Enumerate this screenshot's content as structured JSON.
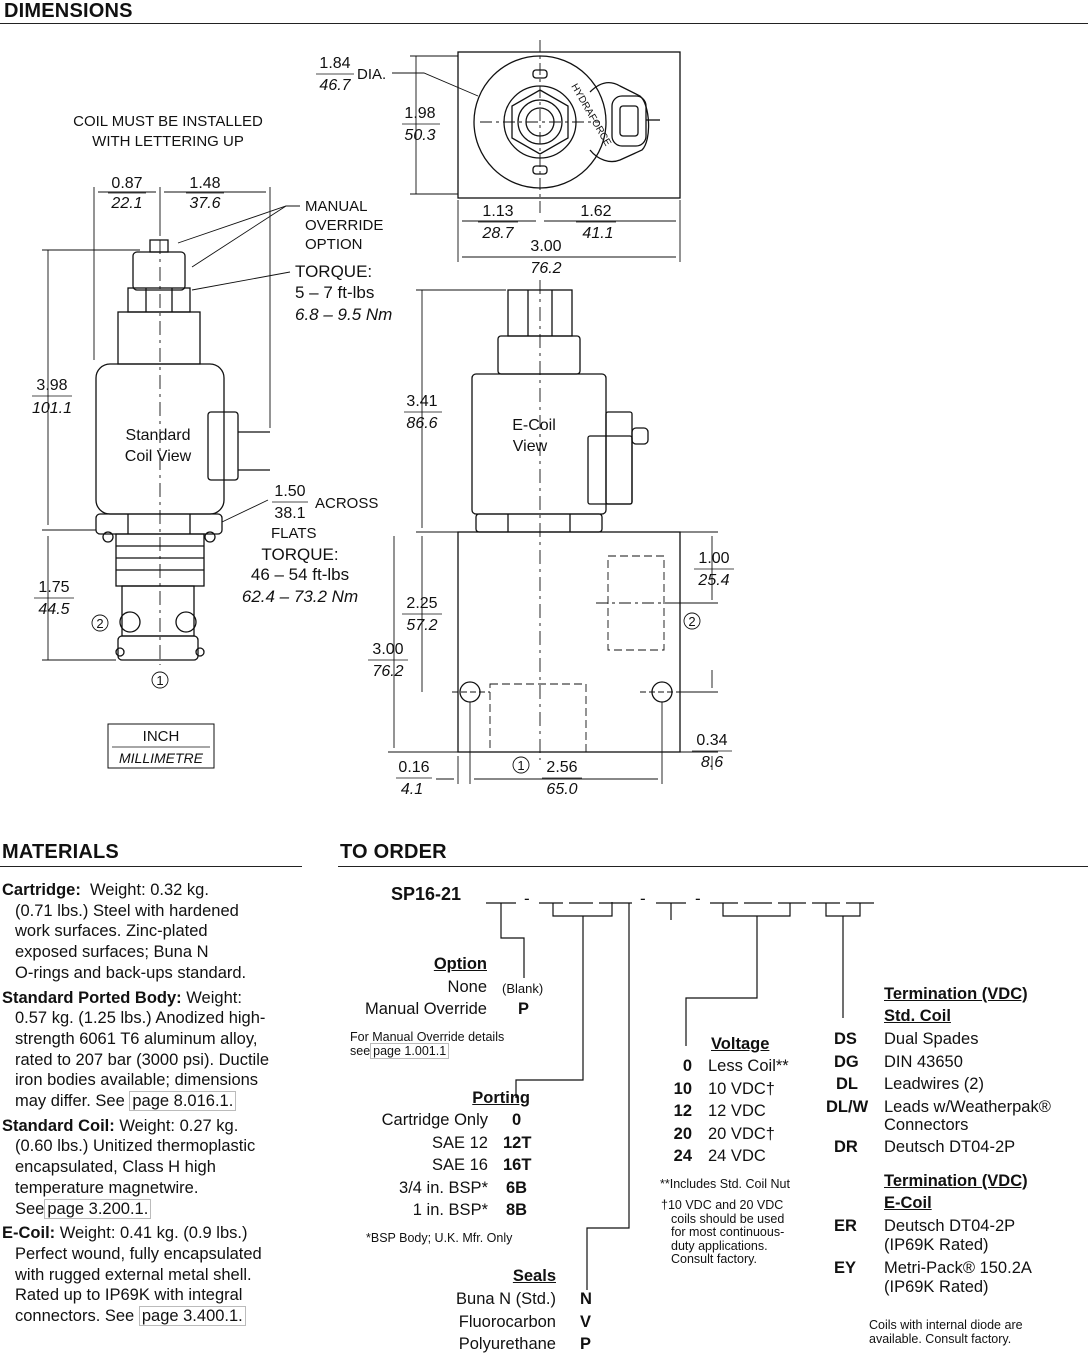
{
  "dimensions": {
    "heading": "DIMENSIONS",
    "coil_note": [
      "COIL MUST BE INSTALLED",
      "WITH LETTERING UP"
    ],
    "std_coil_view": [
      "Standard",
      "Coil View"
    ],
    "ecoil_view": [
      "E-Coil",
      "View"
    ],
    "manual_override": [
      "MANUAL",
      "OVERRIDE",
      "OPTION"
    ],
    "torque1": {
      "label": "TORQUE:",
      "imperial": "5 – 7 ft-lbs",
      "metric": "6.8 – 9.5 Nm"
    },
    "torque2": {
      "label": "TORQUE:",
      "imperial": "46 – 54 ft-lbs",
      "metric": "62.4 – 73.2 Nm"
    },
    "across_flats": {
      "inch": "1.50",
      "mm": "38.1",
      "text1": "ACROSS",
      "text2": "FLATS"
    },
    "dims": {
      "d087": {
        "inch": "0.87",
        "mm": "22.1"
      },
      "d148": {
        "inch": "1.48",
        "mm": "37.6"
      },
      "d398": {
        "inch": "3.98",
        "mm": "101.1"
      },
      "d175": {
        "inch": "1.75",
        "mm": "44.5"
      },
      "d184": {
        "inch": "1.84",
        "mm": "46.7",
        "suffix": "DIA."
      },
      "d198": {
        "inch": "1.98",
        "mm": "50.3"
      },
      "d113": {
        "inch": "1.13",
        "mm": "28.7"
      },
      "d162": {
        "inch": "1.62",
        "mm": "41.1"
      },
      "d300w": {
        "inch": "3.00",
        "mm": "76.2"
      },
      "d341": {
        "inch": "3.41",
        "mm": "86.6"
      },
      "d225": {
        "inch": "2.25",
        "mm": "57.2"
      },
      "d300h": {
        "inch": "3.00",
        "mm": "76.2"
      },
      "d100": {
        "inch": "1.00",
        "mm": "25.4"
      },
      "d034": {
        "inch": "0.34",
        "mm": "8.6"
      },
      "d016": {
        "inch": "0.16",
        "mm": "4.1"
      },
      "d256": {
        "inch": "2.56",
        "mm": "65.0"
      }
    },
    "port1": "1",
    "port2": "2",
    "legend": {
      "inch": "INCH",
      "mm": "MILLIMETRE"
    },
    "coil_brand": "HYDRAFORCE"
  },
  "materials": {
    "heading": "MATERIALS",
    "cartridge": {
      "label": "Cartridge:",
      "lines": [
        "Weight: 0.32 kg.",
        "(0.71 lbs.) Steel with hardened",
        "work surfaces.  Zinc-plated",
        "exposed surfaces; Buna N",
        "O-rings and back-ups standard."
      ]
    },
    "body": {
      "label": "Standard Ported Body:",
      "lines": [
        "Weight:",
        "0.57 kg. (1.25 lbs.) Anodized high-",
        "strength 6061 T6 aluminum alloy,",
        "rated to 207 bar (3000 psi). Ductile",
        "iron bodies available; dimensions",
        "may differ. See"
      ],
      "link": "page 8.016.1."
    },
    "coil": {
      "label": "Standard Coil:",
      "lines": [
        "Weight: 0.27 kg.",
        "(0.60 lbs.) Unitized thermoplastic",
        "encapsulated, Class H high",
        "temperature magnetwire.",
        "See"
      ],
      "link": "page 3.200.1."
    },
    "ecoil": {
      "label": "E-Coil:",
      "lines": [
        "Weight: 0.41 kg. (0.9 lbs.)",
        "Perfect wound, fully encapsulated",
        "with rugged external metal shell.",
        "Rated up to IP69K with integral",
        "connectors. See"
      ],
      "link": "page 3.400.1."
    }
  },
  "order": {
    "heading": "TO ORDER",
    "model": "SP16-21",
    "option": {
      "heading": "Option",
      "items": [
        {
          "label": "None",
          "code": "(Blank)"
        },
        {
          "label": "Manual Override",
          "code": "P"
        }
      ],
      "note1": "For Manual Override details",
      "note2": "see",
      "link": "page 1.001.1"
    },
    "porting": {
      "heading": "Porting",
      "items": [
        {
          "label": "Cartridge Only",
          "code": "0"
        },
        {
          "label": "SAE 12",
          "code": "12T"
        },
        {
          "label": "SAE 16",
          "code": "16T"
        },
        {
          "label": "3/4 in. BSP*",
          "code": "6B"
        },
        {
          "label": "1 in. BSP*",
          "code": "8B"
        }
      ],
      "note": "*BSP Body; U.K. Mfr. Only"
    },
    "seals": {
      "heading": "Seals",
      "items": [
        {
          "label": "Buna N (Std.)",
          "code": "N"
        },
        {
          "label": "Fluorocarbon",
          "code": "V"
        },
        {
          "label": "Polyurethane",
          "code": "P"
        }
      ]
    },
    "voltage": {
      "heading": "Voltage",
      "items": [
        {
          "code": "0",
          "label": "Less Coil**"
        },
        {
          "code": "10",
          "label": "10 VDC†"
        },
        {
          "code": "12",
          "label": "12 VDC"
        },
        {
          "code": "20",
          "label": "20 VDC†"
        },
        {
          "code": "24",
          "label": "24 VDC"
        }
      ],
      "note1": "**Includes Std. Coil Nut",
      "note2": [
        "†10 VDC and 20 VDC",
        "coils should be used",
        "for most continuous-",
        "duty applications.",
        "Consult factory."
      ]
    },
    "term_std": {
      "heading1": "Termination (VDC)",
      "heading2": "Std. Coil",
      "items": [
        {
          "code": "DS",
          "label": "Dual Spades"
        },
        {
          "code": "DG",
          "label": "DIN 43650"
        },
        {
          "code": "DL",
          "label": "Leadwires (2)"
        },
        {
          "code": "DL/W",
          "label": "Leads w/Weatherpak®",
          "label2": "Connectors"
        },
        {
          "code": "DR",
          "label": "Deutsch DT04-2P"
        }
      ]
    },
    "term_e": {
      "heading1": "Termination (VDC)",
      "heading2": "E-Coil",
      "items": [
        {
          "code": "ER",
          "label": "Deutsch DT04-2P",
          "label2": "(IP69K Rated)"
        },
        {
          "code": "EY",
          "label": "Metri-Pack® 150.2A",
          "label2": "(IP69K Rated)"
        }
      ]
    },
    "diode_note": [
      "Coils with internal diode are",
      "available. Consult factory."
    ]
  }
}
